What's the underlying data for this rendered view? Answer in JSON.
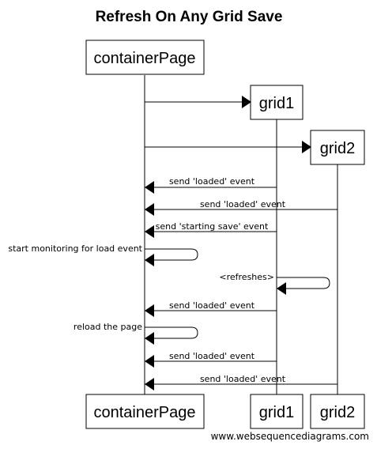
{
  "title": "Refresh On Any Grid Save",
  "participants": [
    {
      "id": "containerPage",
      "label": "containerPage"
    },
    {
      "id": "grid1",
      "label": "grid1"
    },
    {
      "id": "grid2",
      "label": "grid2"
    }
  ],
  "messages": [
    {
      "from": "containerPage",
      "to": "grid1",
      "label": ""
    },
    {
      "from": "containerPage",
      "to": "grid2",
      "label": ""
    },
    {
      "from": "grid1",
      "to": "containerPage",
      "label": "send 'loaded' event"
    },
    {
      "from": "grid2",
      "to": "containerPage",
      "label": "send 'loaded' event"
    },
    {
      "from": "grid1",
      "to": "containerPage",
      "label": "send 'starting save' event"
    },
    {
      "from": "containerPage",
      "to": "containerPage",
      "label": "start monitoring for load event"
    },
    {
      "from": "grid1",
      "to": "grid1",
      "label": "<refreshes>"
    },
    {
      "from": "grid1",
      "to": "containerPage",
      "label": "send 'loaded' event"
    },
    {
      "from": "containerPage",
      "to": "containerPage",
      "label": "reload the page"
    },
    {
      "from": "grid1",
      "to": "containerPage",
      "label": "send 'loaded' event"
    },
    {
      "from": "grid2",
      "to": "containerPage",
      "label": "send 'loaded' event"
    }
  ],
  "watermark": "www.websequencediagrams.com"
}
